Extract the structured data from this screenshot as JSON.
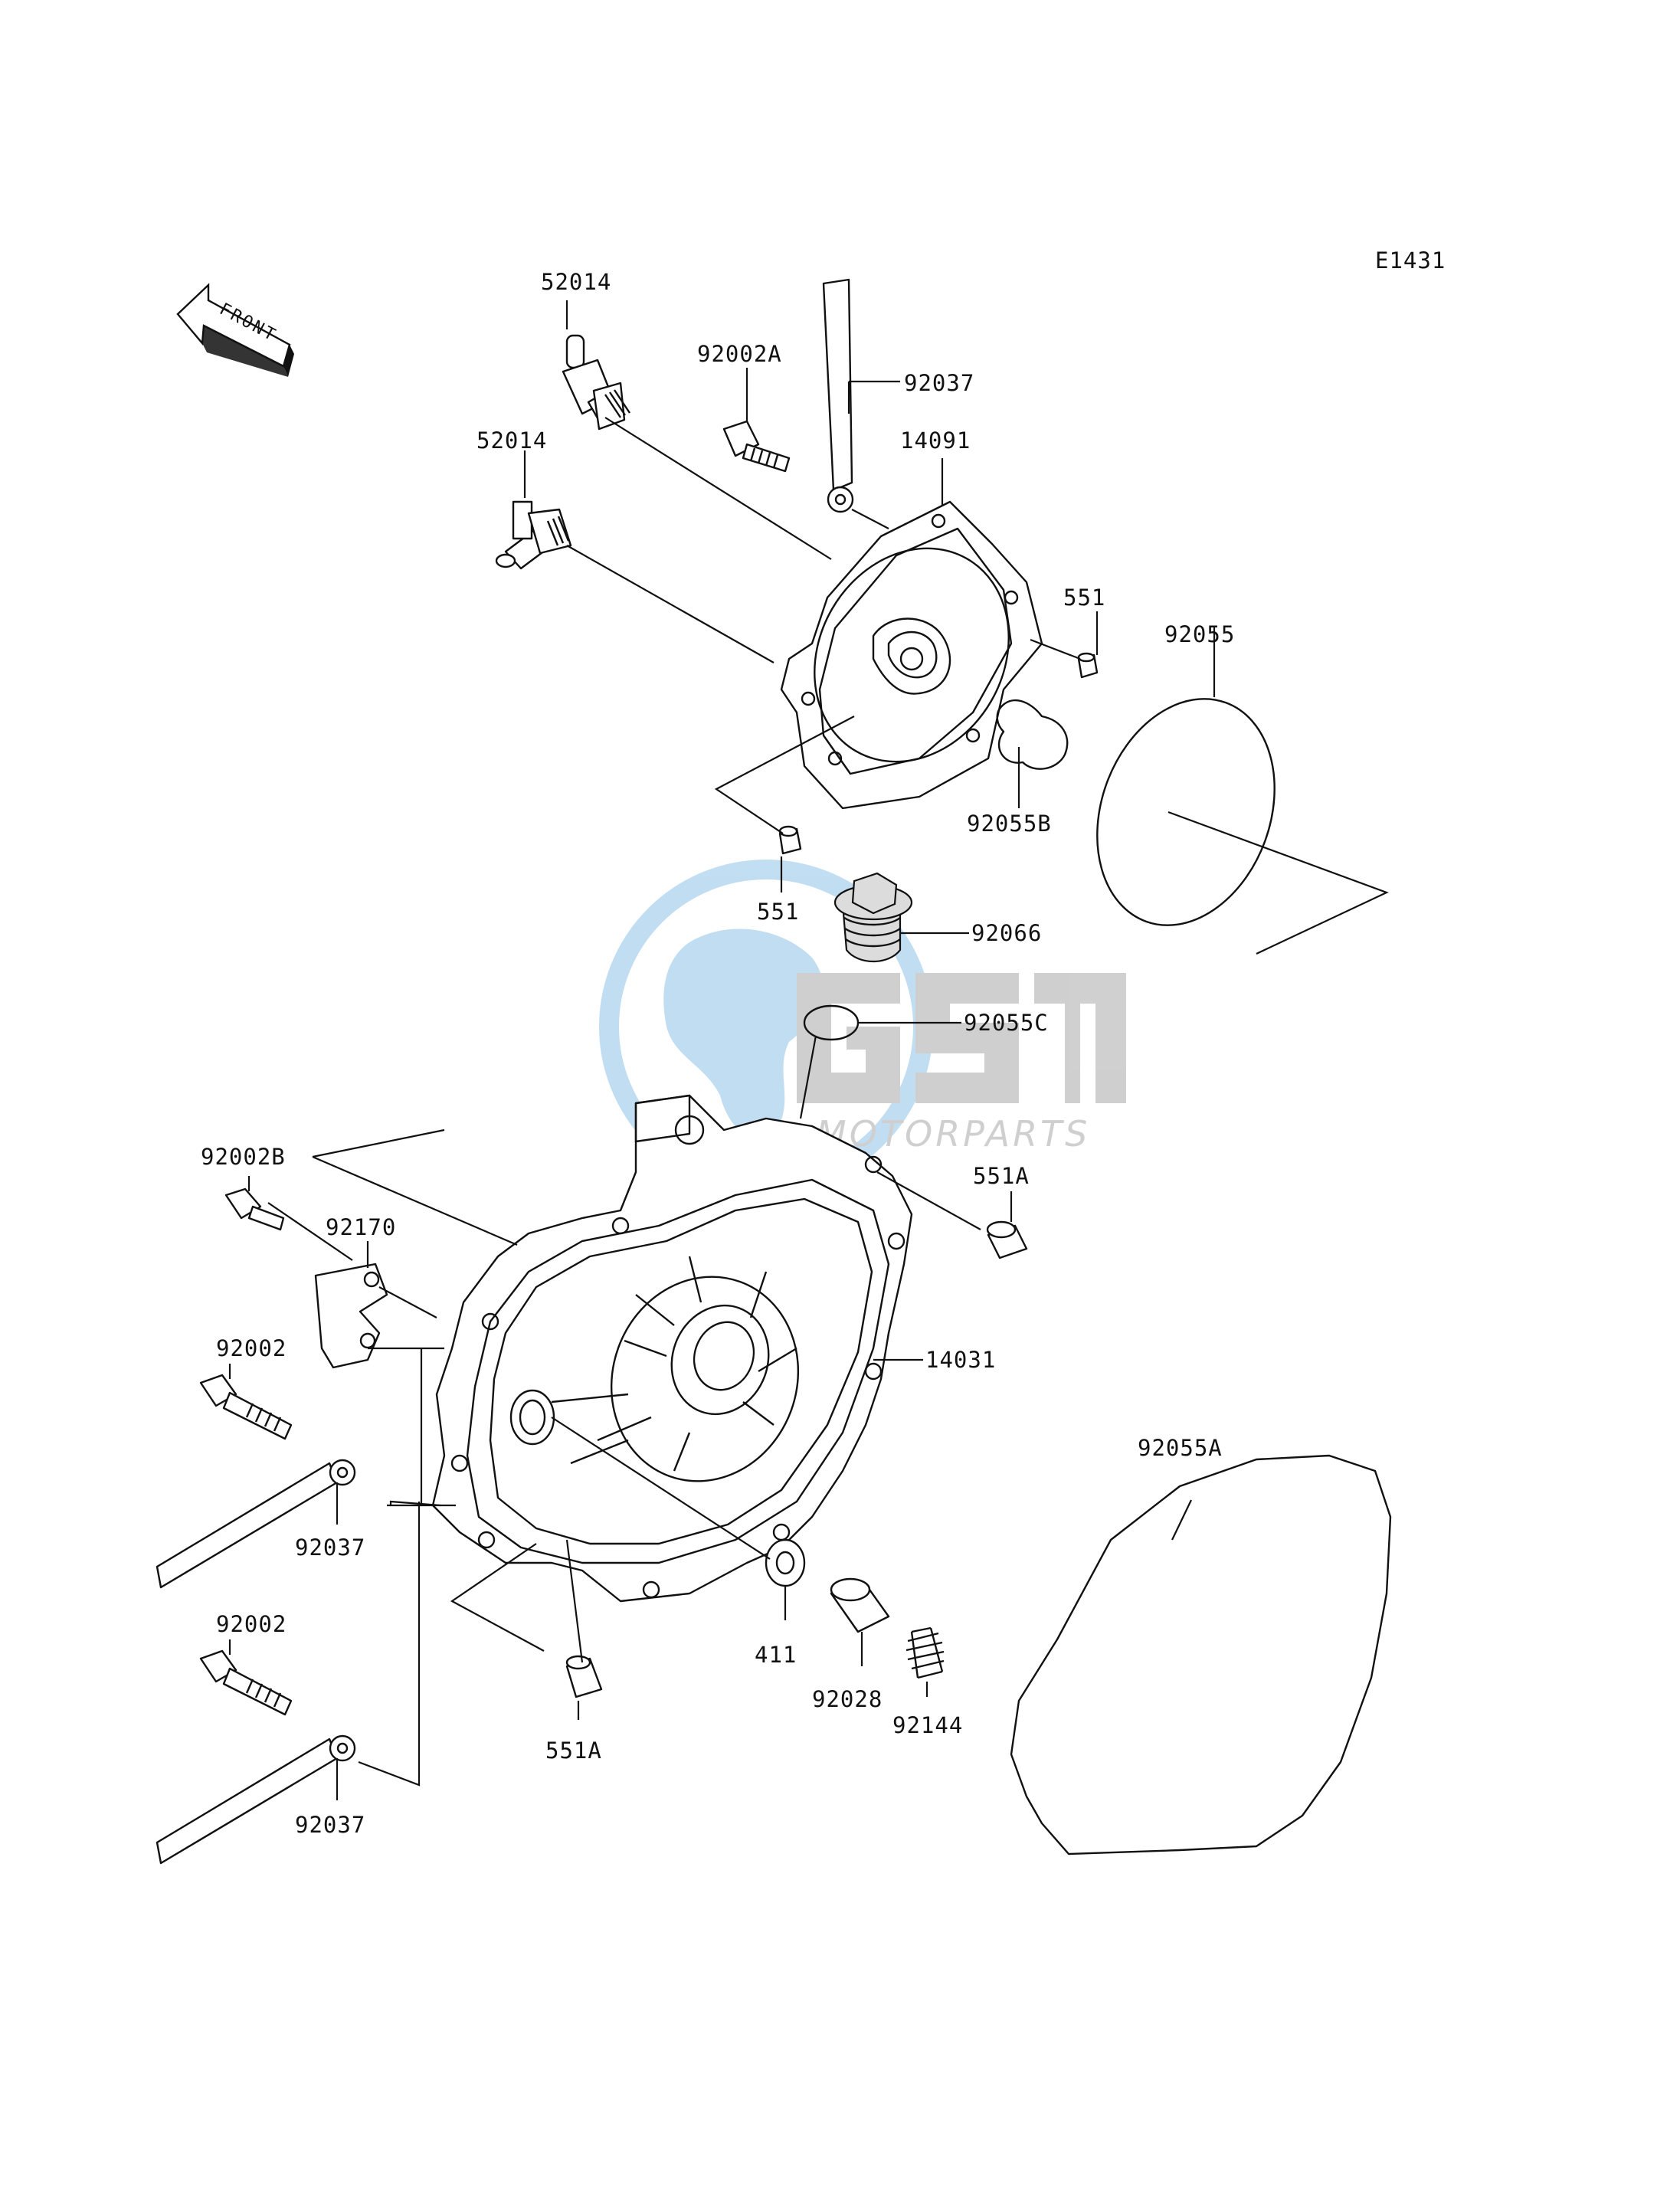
{
  "diagram": {
    "code": "E1431",
    "front_label": "FRONT",
    "labels": {
      "p52014_a": "52014",
      "p52014_b": "52014",
      "p92002A": "92002A",
      "p92037_top": "92037",
      "p14091": "14091",
      "p551_a": "551",
      "p92055": "92055",
      "p92055B": "92055B",
      "p551_b": "551",
      "p92066": "92066",
      "p92055C": "92055C",
      "p92002B": "92002B",
      "p551A_a": "551A",
      "p92170": "92170",
      "p14031": "14031",
      "p92002_a": "92002",
      "p92055A": "92055A",
      "p92037_mid": "92037",
      "p92002_b": "92002",
      "p411": "411",
      "p92028": "92028",
      "p92144": "92144",
      "p551A_b": "551A",
      "p92037_bot": "92037"
    }
  },
  "watermark": {
    "brand": "MOTORPARTS",
    "logo": "GSM",
    "color": "#8fc3e8"
  }
}
